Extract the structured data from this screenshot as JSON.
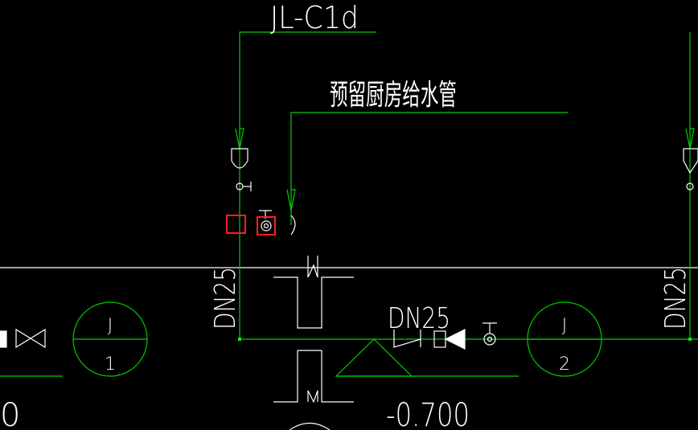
{
  "drawing": {
    "colors": {
      "background": "#000000",
      "pipe_green": "#00ff00",
      "text_white": "#ffffff",
      "selection_red": "#ff0000"
    },
    "labels": {
      "riser_id": "JL-C1d",
      "reserved_kitchen_pipe": "预留厨房给水管",
      "dn_left": "DN25",
      "dn_right": "DN25",
      "dn_mid": "DN25",
      "elevation": "-0.700",
      "elevation_left_fragment": "0"
    },
    "meters": [
      {
        "top": "J",
        "bottom": "1"
      },
      {
        "top": "J",
        "bottom": "2"
      }
    ]
  }
}
